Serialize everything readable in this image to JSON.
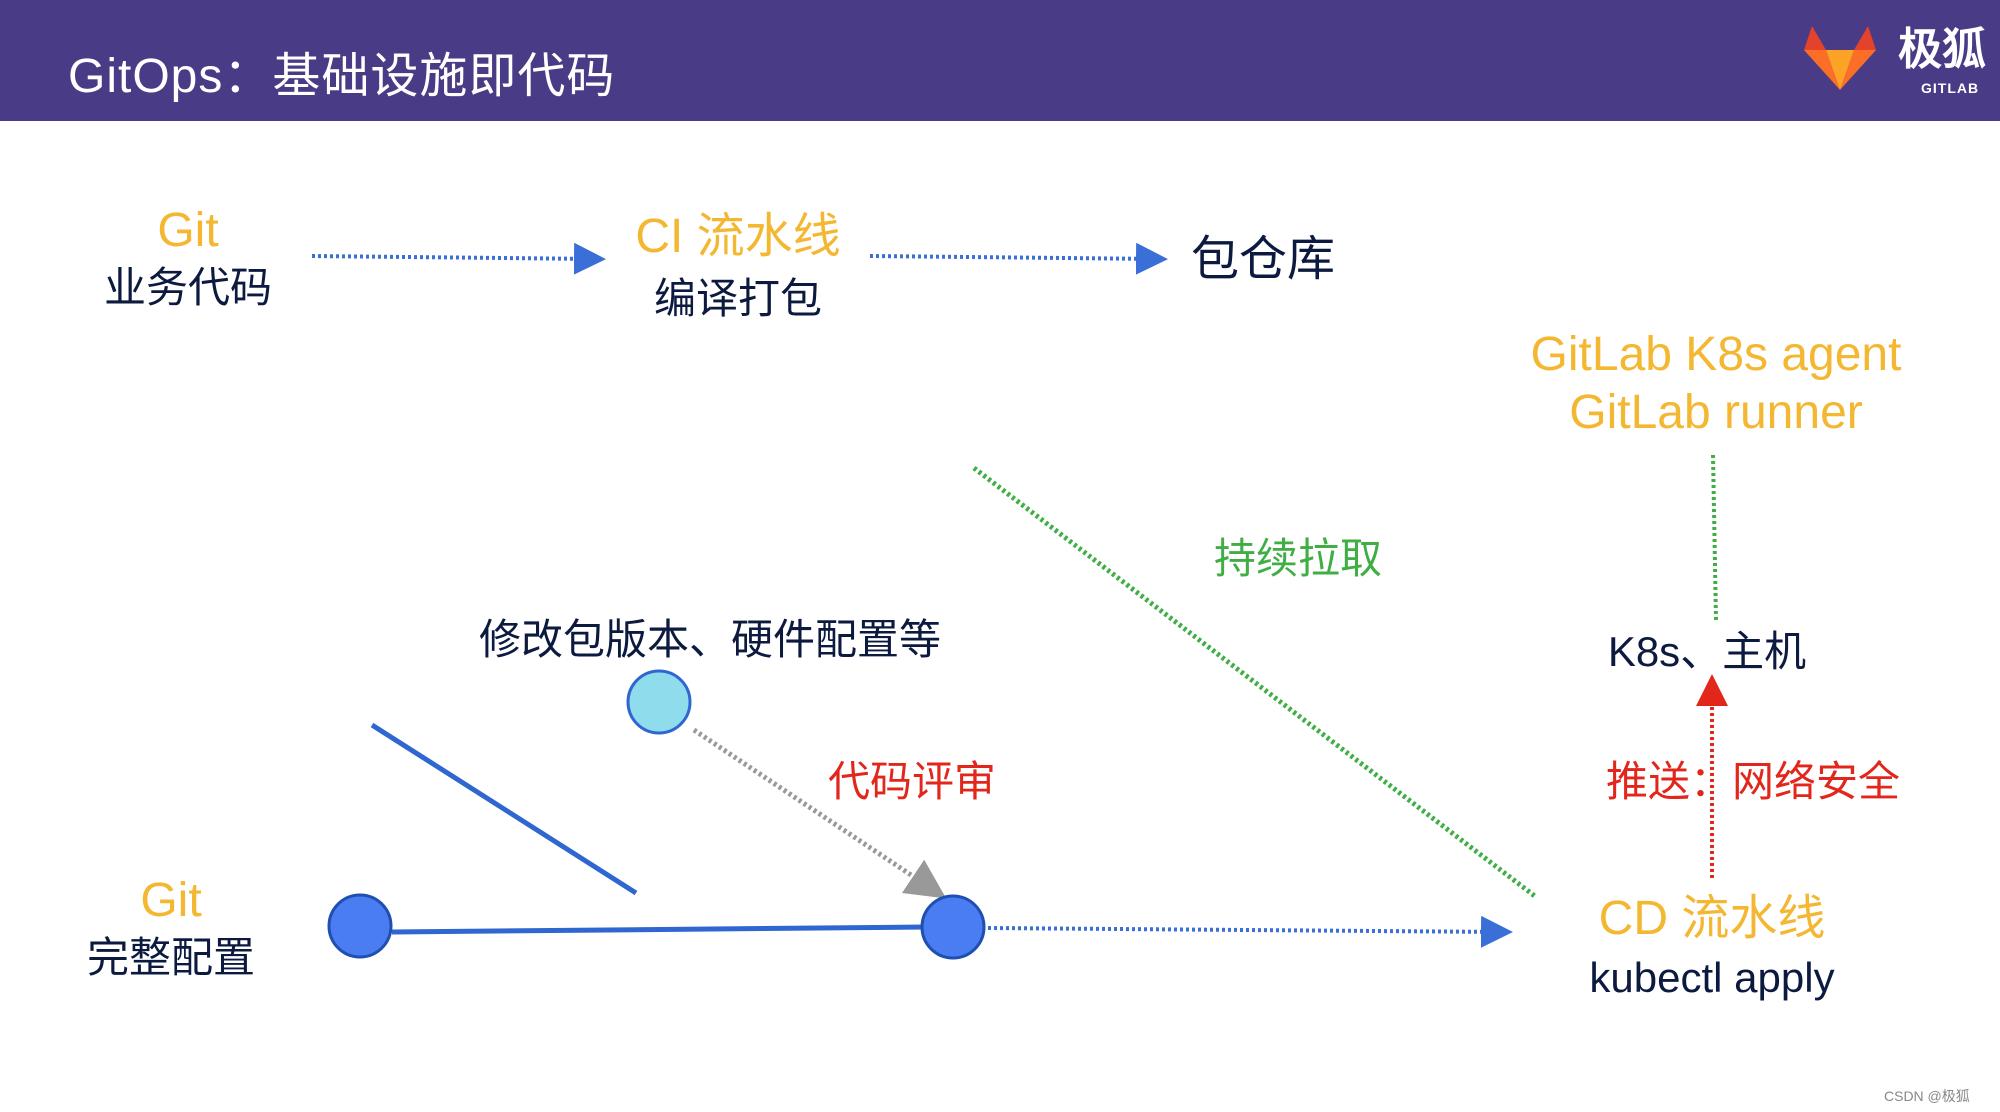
{
  "header": {
    "title": "GitOps：基础设施即代码",
    "logo_text": "极狐",
    "logo_sub": "GITLAB"
  },
  "top_row": {
    "git_title": "Git",
    "git_sub": "业务代码",
    "ci_title": "CI 流水线",
    "ci_sub": "编译打包",
    "repo": "包仓库"
  },
  "right_col": {
    "agent_line1": "GitLab K8s agent",
    "agent_line2": "GitLab runner",
    "target": "K8s、主机",
    "push_label": "推送：网络安全",
    "cd_title": "CD 流水线",
    "cd_sub": "kubectl apply"
  },
  "middle": {
    "pull_label": "持续拉取",
    "change_label": "修改包版本、硬件配置等",
    "review_label": "代码评审"
  },
  "bottom_left": {
    "git_title": "Git",
    "git_sub": "完整配置"
  },
  "watermark": "CSDN @极狐",
  "colors": {
    "header_bg": "#4a3b86",
    "accent_orange": "#f4b731",
    "text_navy": "#0d1a3f",
    "flow_blue": "#3a6fd8",
    "pull_green": "#3fae45",
    "push_red": "#e3261b",
    "review_gray": "#999999",
    "node_blue": "#4a7cf2",
    "node_light": "#8fdcec"
  }
}
